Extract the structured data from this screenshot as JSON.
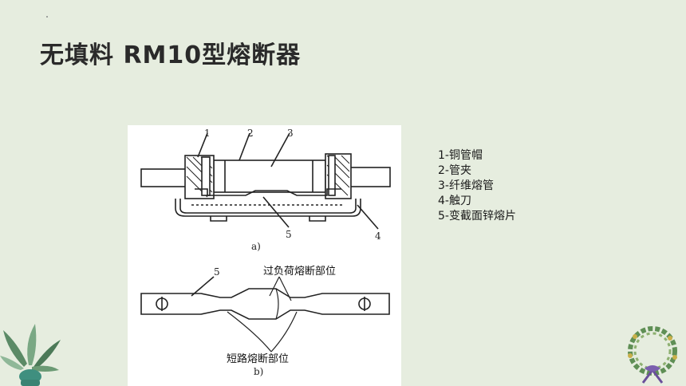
{
  "title": "无填料 RM10型熔断器",
  "legend_items": [
    "1-铜管帽",
    "2-管夹",
    "3-纤维熔管",
    "4-触刀",
    "5-变截面锌熔片"
  ],
  "figure": {
    "a_numbers": [
      "1",
      "2",
      "3",
      "5",
      "4"
    ],
    "a_caption": "a)",
    "b_number": "5",
    "b_caption": "b)",
    "overload_label": "过负荷熔断部位",
    "short_label": "短路熔断部位"
  }
}
